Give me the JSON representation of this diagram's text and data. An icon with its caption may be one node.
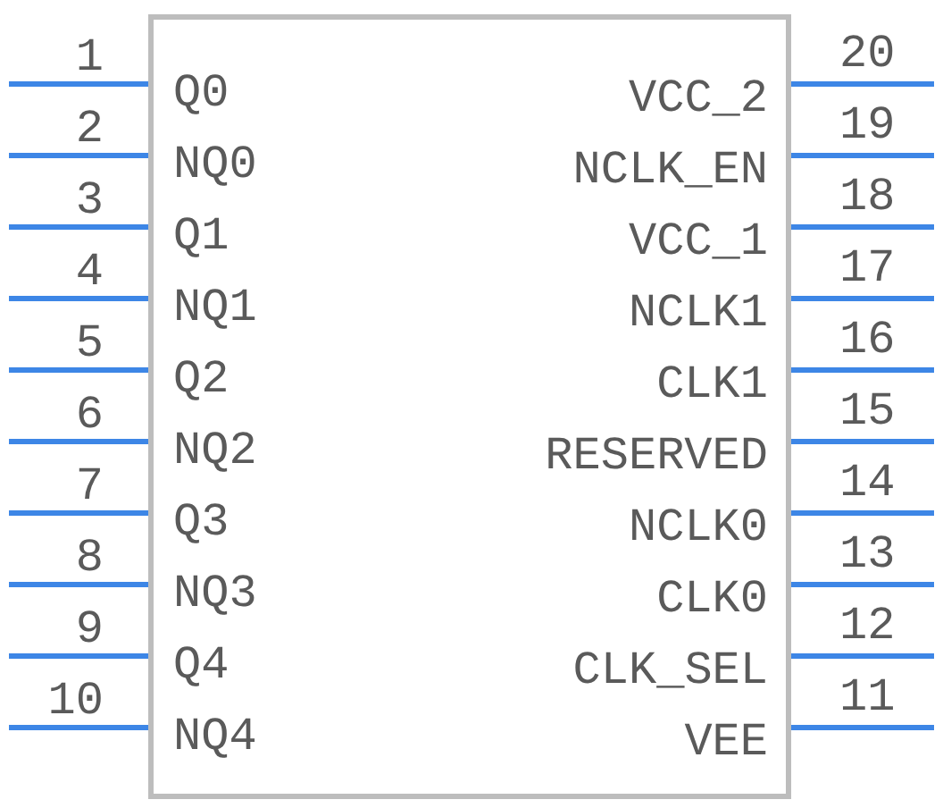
{
  "diagram": {
    "nodes": [
      {
        "text": [
          "Q0",
          "VCC_2",
          "NQ0",
          "NCLK_EN",
          "Q1",
          "VCC_1",
          "NQ1",
          "NCLK1",
          "Q2",
          "CLK1",
          "NQ2",
          "RESERVED",
          "Q3",
          "NCLK0",
          "NQ3",
          "CLK0",
          "Q4",
          "CLK_SEL",
          "NQ4",
          "VEE"
        ]
      }
    ],
    "labels": [
      "1",
      "20",
      "2",
      "19",
      "3",
      "18",
      "4",
      "17",
      "5",
      "16",
      "6",
      "15",
      "7",
      "14",
      "8",
      "13",
      "9",
      "12",
      "10",
      "11"
    ]
  }
}
